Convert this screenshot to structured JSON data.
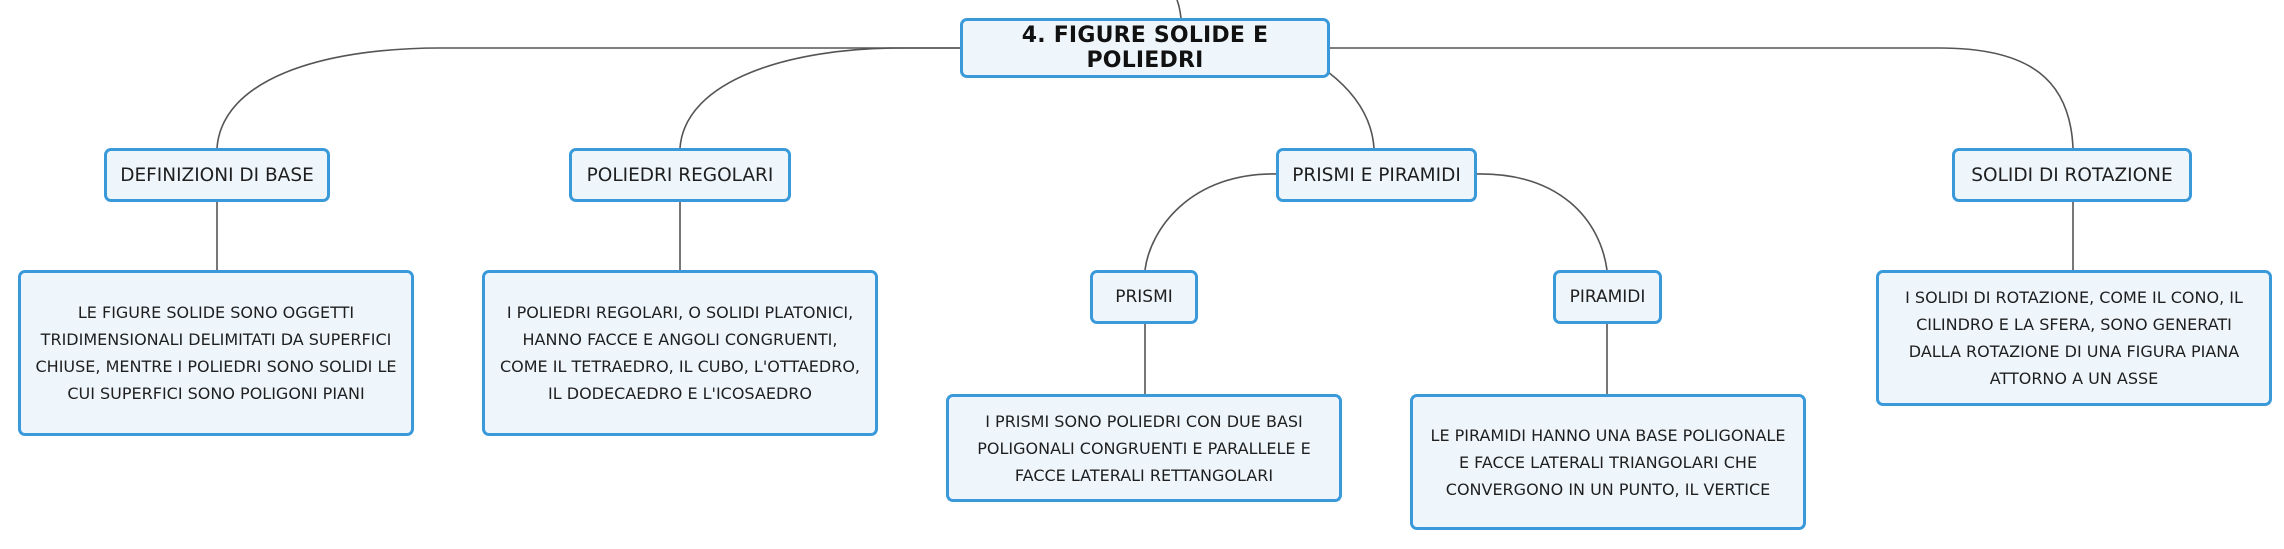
{
  "root": {
    "label": "4. FIGURE SOLIDE E POLIEDRI"
  },
  "topics": {
    "definizioni": {
      "label": "DEFINIZIONI DI BASE",
      "note": "LE FIGURE SOLIDE SONO OGGETTI TRIDIMENSIONALI DELIMITATI DA SUPERFICI CHIUSE, MENTRE I POLIEDRI SONO SOLIDI LE CUI SUPERFICI SONO POLIGONI PIANI"
    },
    "poliedri": {
      "label": "POLIEDRI REGOLARI",
      "note": "I POLIEDRI REGOLARI, O SOLIDI PLATONICI, HANNO FACCE E ANGOLI CONGRUENTI, COME IL TETRAEDRO, IL CUBO, L'OTTAEDRO, IL DODECAEDRO E L'ICOSAEDRO"
    },
    "prismi_piramidi": {
      "label": "PRISMI E PIRAMIDI",
      "prismi": {
        "label": "PRISMI",
        "note": "I PRISMI SONO POLIEDRI CON DUE BASI POLIGONALI CONGRUENTI E PARALLELE E FACCE LATERALI RETTANGOLARI"
      },
      "piramidi": {
        "label": "PIRAMIDI",
        "note": "LE PIRAMIDI HANNO UNA BASE POLIGONALE E FACCE LATERALI TRIANGOLARI CHE CONVERGONO IN UN PUNTO, IL VERTICE"
      }
    },
    "rotazione": {
      "label": "SOLIDI DI ROTAZIONE",
      "note": "I SOLIDI DI ROTAZIONE, COME IL CONO, IL CILINDRO E LA SFERA, SONO GENERATI DALLA ROTAZIONE DI UNA FIGURA PIANA ATTORNO A UN ASSE"
    }
  }
}
